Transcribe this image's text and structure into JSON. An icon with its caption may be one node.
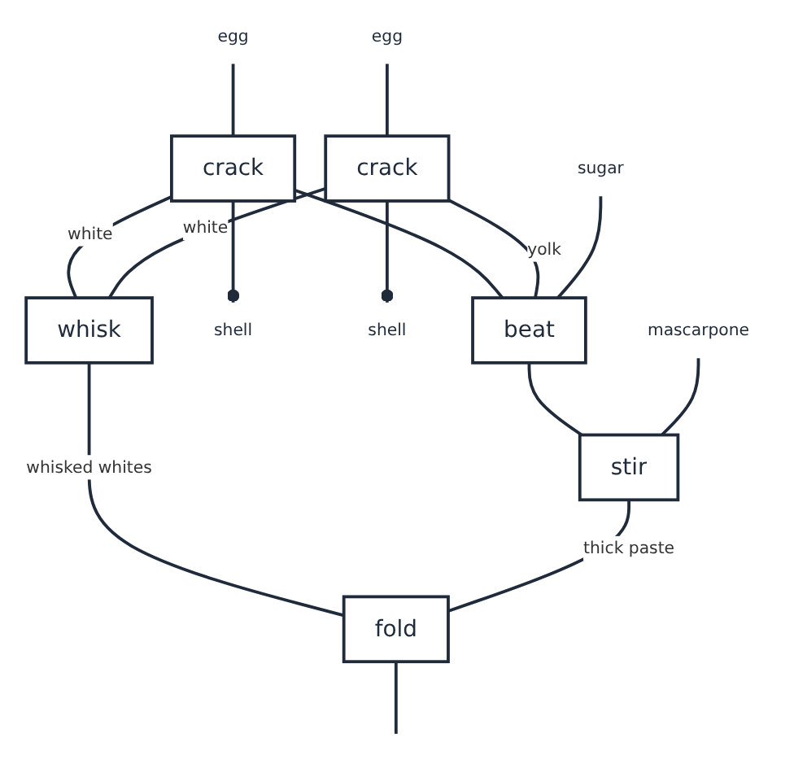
{
  "diagram": {
    "nodes": [
      {
        "text": [
          "egg"
        ]
      },
      {
        "text": [
          "egg"
        ]
      },
      {
        "text": [
          "sugar"
        ]
      },
      {
        "text": [
          "mascarpone"
        ]
      },
      {
        "text": [
          "crack"
        ]
      },
      {
        "text": [
          "crack"
        ]
      },
      {
        "text": [
          "shell"
        ]
      },
      {
        "text": [
          "shell"
        ]
      },
      {
        "text": [
          "whisk"
        ]
      },
      {
        "text": [
          "beat"
        ]
      },
      {
        "text": [
          "stir"
        ]
      },
      {
        "text": [
          "fold"
        ]
      }
    ],
    "edges": [
      {
        "from": 0,
        "to": 4,
        "arrow": "none"
      },
      {
        "from": 1,
        "to": 5,
        "arrow": "none"
      },
      {
        "from": 4,
        "to": 6,
        "arrow": "other"
      },
      {
        "from": 5,
        "to": 7,
        "arrow": "other"
      },
      {
        "from": 4,
        "to": 8,
        "arrow": "none",
        "label": "white"
      },
      {
        "from": 4,
        "to": 9,
        "arrow": "none"
      },
      {
        "from": 5,
        "to": 8,
        "arrow": "none",
        "label": "white"
      },
      {
        "from": 5,
        "to": 9,
        "arrow": "none",
        "label": "yolk"
      },
      {
        "from": 2,
        "to": 9,
        "arrow": "none"
      },
      {
        "from": 9,
        "to": 10,
        "arrow": "none"
      },
      {
        "from": 3,
        "to": 10,
        "arrow": "none"
      },
      {
        "from": 8,
        "to": 11,
        "arrow": "none",
        "label": "whisked whites"
      },
      {
        "from": 10,
        "to": 11,
        "arrow": "none",
        "label": "thick paste"
      },
      {
        "from": 11,
        "to": null,
        "arrow": "none"
      }
    ]
  }
}
